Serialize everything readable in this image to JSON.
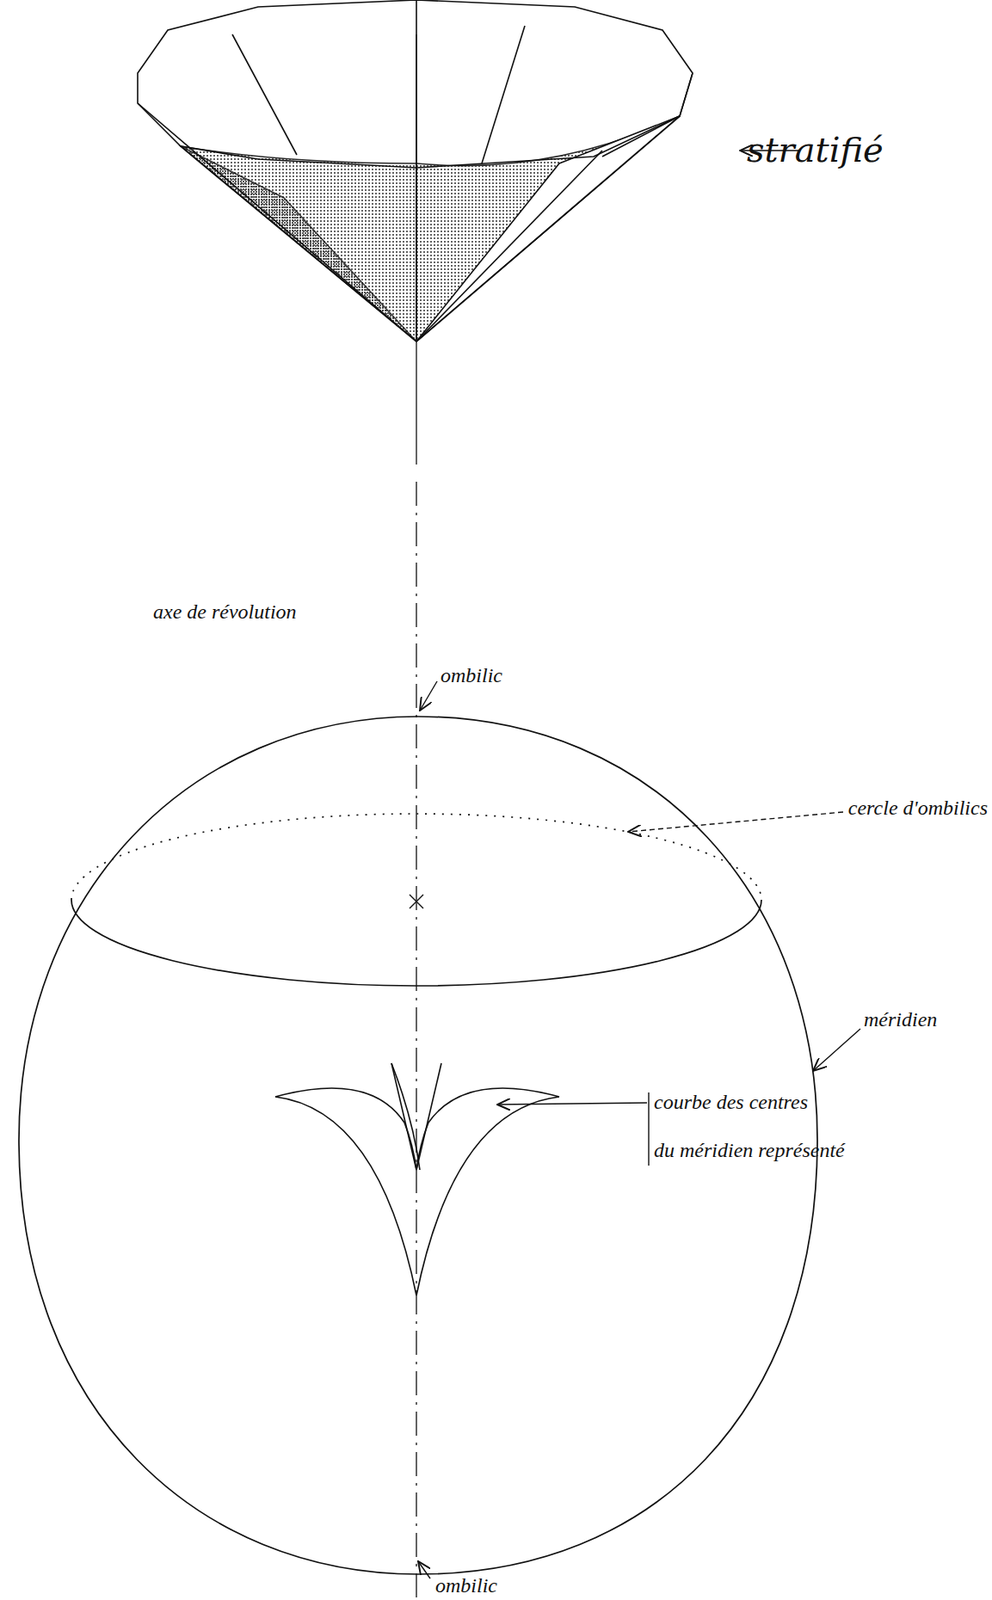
{
  "diagram": {
    "labels": [
      "stratifié",
      "axe de révolution",
      "ombilic",
      "cercle d'ombilics",
      "méridien",
      "courbe des centres",
      "du méridien représenté",
      "ombilic"
    ]
  }
}
